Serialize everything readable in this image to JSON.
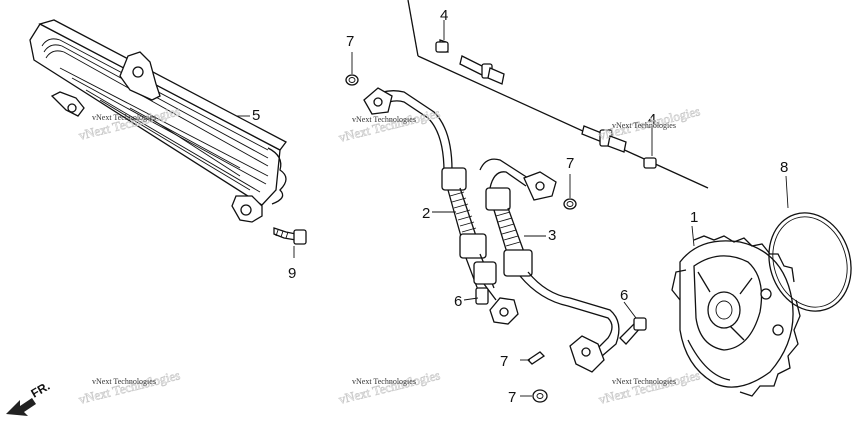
{
  "diagram": {
    "callouts": {
      "p1": "1",
      "p2": "2",
      "p3": "3",
      "p4a": "4",
      "p4b": "4",
      "p5": "5",
      "p6a": "6",
      "p6b": "6",
      "p7a": "7",
      "p7b": "7",
      "p7c": "7",
      "p7d": "7",
      "p8": "8",
      "p9": "9"
    },
    "front_label": "FR.",
    "watermark": "vNext Technologies"
  }
}
